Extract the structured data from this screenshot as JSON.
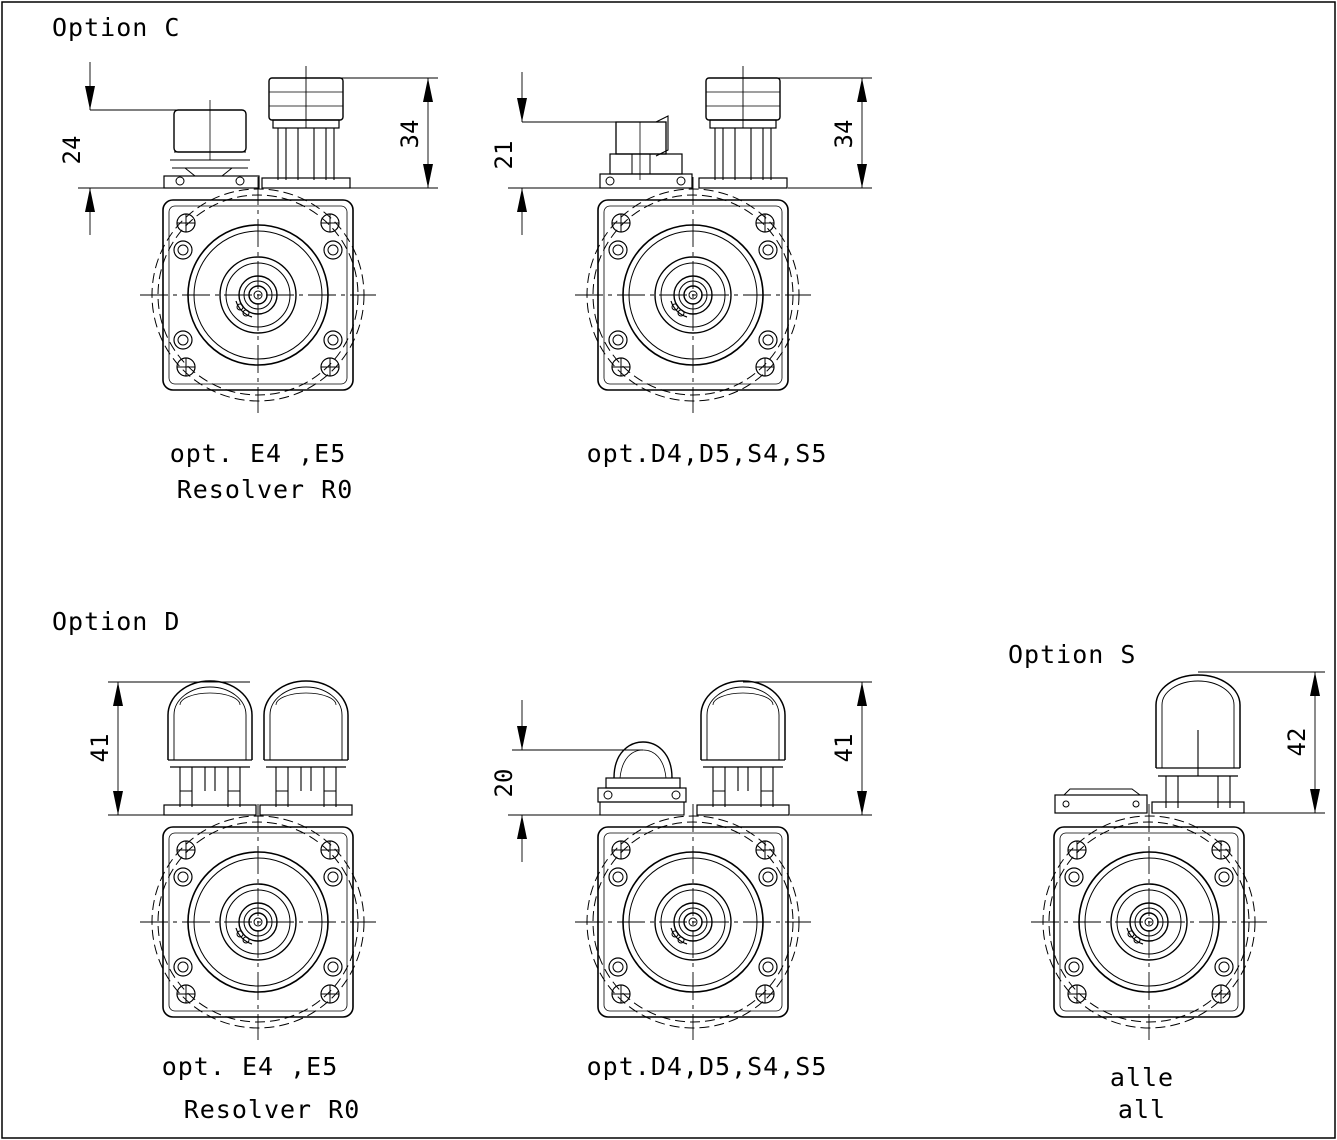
{
  "drawing": {
    "headings": {
      "option_c": "Option C",
      "option_d": "Option D",
      "option_s": "Option S"
    },
    "views": {
      "c_left": {
        "caption_1": "opt. E4 ,E5",
        "caption_2": "Resolver R0",
        "dim_left": "24",
        "dim_right": "34"
      },
      "c_mid": {
        "caption_1": "opt.D4,D5,S4,S5",
        "dim_left": "21",
        "dim_right": "34"
      },
      "d_left": {
        "caption_1": "opt. E4 ,E5",
        "caption_2": "Resolver R0",
        "dim_left": "41"
      },
      "d_mid": {
        "caption_1": "opt.D4,D5,S4,S5",
        "dim_left": "20",
        "dim_right": "41"
      },
      "s_right": {
        "caption_1": "alle",
        "caption_2": "all",
        "dim_right": "42"
      }
    }
  }
}
